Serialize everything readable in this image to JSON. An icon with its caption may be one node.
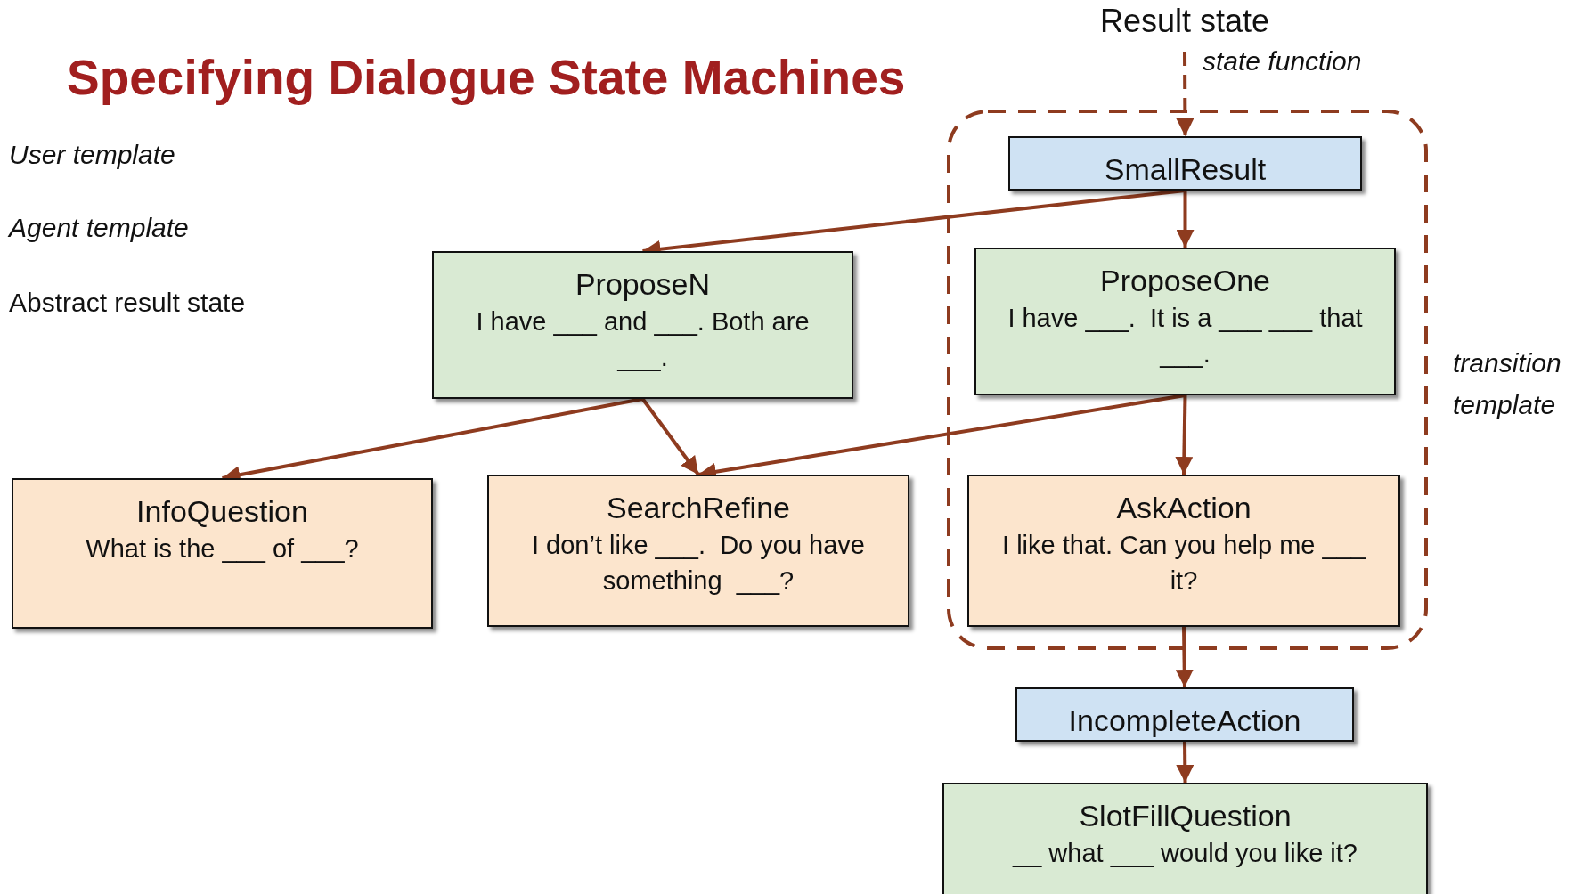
{
  "diagram": {
    "title": "Specifying Dialogue State Machines",
    "nodes": [
      {
        "text": [
          "Result state"
        ]
      },
      {
        "text": [
          "transition template"
        ]
      },
      {
        "text": [
          "SmallResult"
        ],
        "in": 1
      },
      {
        "text": [
          "ProposeN",
          "I have ___ and ___. Both are ___."
        ]
      },
      {
        "text": [
          "ProposeOne",
          "I have ___.  It is a ___ ___ that ___."
        ],
        "in": 1
      },
      {
        "text": [
          "InfoQuestion",
          "What is the ___ of ___?"
        ]
      },
      {
        "text": [
          "SearchRefine",
          "I don’t like ___.  Do you have something  ___?"
        ]
      },
      {
        "text": [
          "AskAction",
          "I like that. Can you help me ___ it?"
        ],
        "in": 1
      },
      {
        "text": [
          "IncompleteAction"
        ]
      },
      {
        "text": [
          "SlotFillQuestion",
          "__ what ___ would you like it?"
        ]
      }
    ],
    "edges": [
      {
        "from": 0,
        "to": 2,
        "arrow": "to",
        "style": "dashed",
        "label": "state function"
      },
      {
        "from": 2,
        "to": 3,
        "arrow": "to"
      },
      {
        "from": 2,
        "to": 4,
        "arrow": "to"
      },
      {
        "from": 3,
        "to": 5,
        "arrow": "to"
      },
      {
        "from": 3,
        "to": 6,
        "arrow": "to"
      },
      {
        "from": 4,
        "to": 6,
        "arrow": "to"
      },
      {
        "from": 4,
        "to": 7,
        "arrow": "to"
      },
      {
        "from": 7,
        "to": 8,
        "arrow": "to"
      },
      {
        "from": 8,
        "to": 9,
        "arrow": "to"
      }
    ],
    "labels": [
      "User template",
      "Agent template",
      "Abstract result state"
    ]
  }
}
